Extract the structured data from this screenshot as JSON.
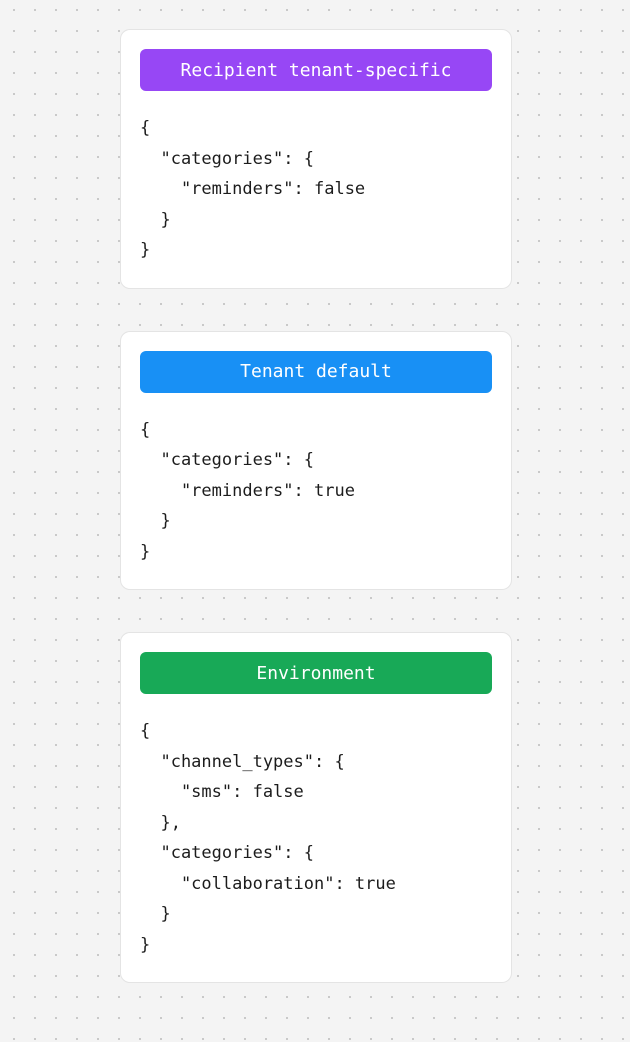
{
  "page": {
    "background_color": "#f4f4f4",
    "dot_color": "#c9c9c9",
    "card_background": "#ffffff",
    "card_border_color": "#e4e4e4",
    "code_text_color": "#1c1c1c"
  },
  "cards": [
    {
      "badge_label": "Recipient tenant-specific",
      "badge_color": "#9747f5",
      "code": "{\n  \"categories\": {\n    \"reminders\": false\n  }\n}"
    },
    {
      "badge_label": "Tenant default",
      "badge_color": "#1890f5",
      "code": "{\n  \"categories\": {\n    \"reminders\": true\n  }\n}"
    },
    {
      "badge_label": "Environment",
      "badge_color": "#18a957",
      "code": "{\n  \"channel_types\": {\n    \"sms\": false\n  },\n  \"categories\": {\n    \"collaboration\": true\n  }\n}"
    }
  ]
}
